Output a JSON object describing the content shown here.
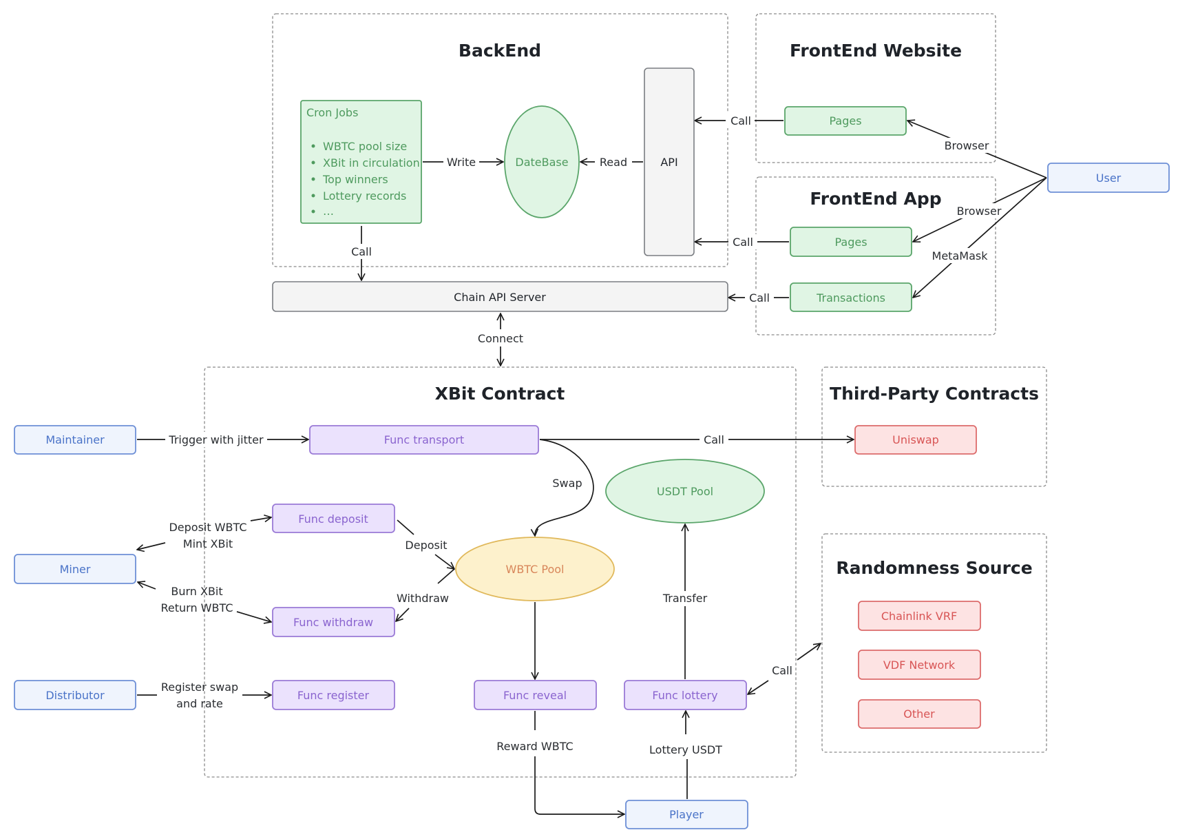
{
  "groups": {
    "backend": "BackEnd",
    "frontend_website": "FrontEnd Website",
    "frontend_app": "FrontEnd App",
    "xbit_contract": "XBit Contract",
    "third_party": "Third-Party Contracts",
    "randomness": "Randomness Source"
  },
  "nodes": {
    "cron_jobs": {
      "title": "Cron Jobs",
      "items": [
        "WBTC pool size",
        "XBit in circulation",
        "Top winners",
        "Lottery records",
        "…"
      ]
    },
    "database": "DateBase",
    "api": "API",
    "web_pages": "Pages",
    "user": "User",
    "app_pages": "Pages",
    "transactions": "Transactions",
    "chain_api_server": "Chain API Server",
    "maintainer": "Maintainer",
    "func_transport": "Func transport",
    "uniswap": "Uniswap",
    "usdt_pool": "USDT Pool",
    "func_deposit": "Func deposit",
    "miner": "Miner",
    "wbtc_pool": "WBTC Pool",
    "func_withdraw": "Func withdraw",
    "chainlink_vrf": "Chainlink VRF",
    "vdf_network": "VDF Network",
    "other": "Other",
    "distributor": "Distributor",
    "func_register": "Func register",
    "func_reveal": "Func reveal",
    "func_lottery": "Func lottery",
    "player": "Player"
  },
  "edges": {
    "write": "Write",
    "read": "Read",
    "web_call": "Call",
    "app_call": "Call",
    "tx_call": "Call",
    "cron_call": "Call",
    "web_browser": "Browser",
    "app_browser": "Browser",
    "metamask": "MetaMask",
    "connect": "Connect",
    "trigger": "Trigger with jitter",
    "uniswap_call": "Call",
    "swap": "Swap",
    "deposit_wbtc": "Deposit WBTC",
    "mint_xbit": "Mint XBit",
    "burn_xbit": "Burn XBit",
    "return_wbtc": "Return WBTC",
    "deposit": "Deposit",
    "withdraw": "Withdraw",
    "transfer": "Transfer",
    "register_1": "Register swap",
    "register_2": "and rate",
    "random_call": "Call",
    "reward_wbtc": "Reward WBTC",
    "lottery_usdt": "Lottery USDT"
  }
}
